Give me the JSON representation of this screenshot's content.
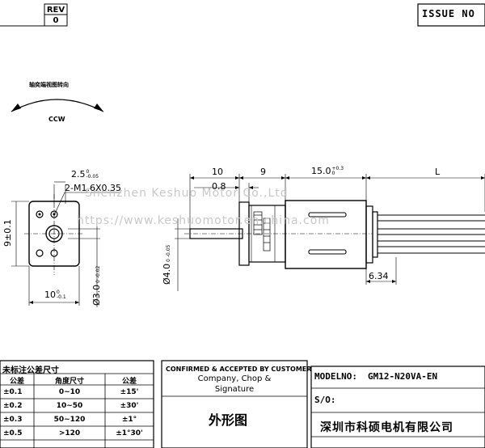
{
  "header": {
    "rev_label": "REV",
    "rev_value": "0",
    "issue_label": "ISSUE  NO"
  },
  "rotation": {
    "caption": "轴奕端视图转向",
    "direction": "CCW"
  },
  "front_view": {
    "dim_top": "2.5",
    "dim_top_upper": "0",
    "dim_top_lower": "-0.05",
    "thread_label": "2-M1.6X0.35",
    "dim_height": "9±0.1",
    "dim_width": "10",
    "dim_width_upper": "0",
    "dim_width_lower": "-0.1",
    "dim_shaft": "Ø3.0",
    "dim_shaft_upper": "0",
    "dim_shaft_lower": "-0.02"
  },
  "side_view": {
    "dim_10": "10",
    "dim_08": "0.8",
    "dim_9": "9",
    "dim_15": "15.0",
    "dim_15_upper": "+0.3",
    "dim_15_lower": "0",
    "dim_L": "L",
    "dim_shaft_dia": "Ø4.0",
    "dim_shaft_dia_upper": "0",
    "dim_shaft_dia_lower": "-0.05",
    "dim_634": "6.34"
  },
  "watermark": {
    "line1": "Shenzhen Keshuo Motor Co.,Ltd",
    "line2": "https://www.keshuomotor.en.china.com"
  },
  "tolerance_table": {
    "title": "未标注公差尺寸",
    "headers": [
      "公差",
      "角度尺寸",
      "公差"
    ],
    "rows": [
      [
        "±0.1",
        "0~10",
        "±15'"
      ],
      [
        "±0.2",
        "10~50",
        "±30'"
      ],
      [
        "±0.3",
        "50~120",
        "±1°"
      ],
      [
        "±0.5",
        ">120",
        "±1°30'"
      ]
    ]
  },
  "confirm_block": {
    "line1": "CONFIRMED & ACCEPTED BY CUSTOMER",
    "line2": "Company, Chop &",
    "line3": "Signature",
    "drawing_name": "外形图"
  },
  "title_block": {
    "model_label": "MODELNO:",
    "model_value": "GM12-N20VA-EN",
    "so_label": "S/O:",
    "company": "深圳市科硕电机有限公司"
  }
}
